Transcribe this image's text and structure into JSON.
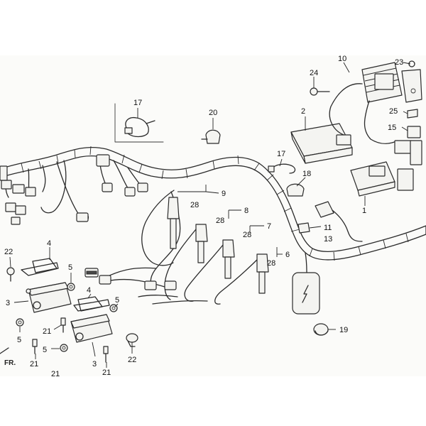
{
  "callouts": {
    "c1": "1",
    "c2": "2",
    "c3a": "3",
    "c3b": "3",
    "c4a": "4",
    "c4b": "4",
    "c5a": "5",
    "c5b": "5",
    "c5c": "5",
    "c5d": "5",
    "c6": "6",
    "c7": "7",
    "c8": "8",
    "c9": "9",
    "c10": "10",
    "c11": "11",
    "c13": "13",
    "c15": "15",
    "c17a": "17",
    "c17b": "17",
    "c18": "18",
    "c19": "19",
    "c20": "20",
    "c21a": "21",
    "c21b": "21",
    "c21c": "21",
    "c21d": "21",
    "c22a": "22",
    "c22b": "22",
    "c23": "23",
    "c24": "24",
    "c25": "25",
    "c28a": "28",
    "c28b": "28",
    "c28c": "28",
    "c28d": "28"
  },
  "fr_marker": "FR."
}
